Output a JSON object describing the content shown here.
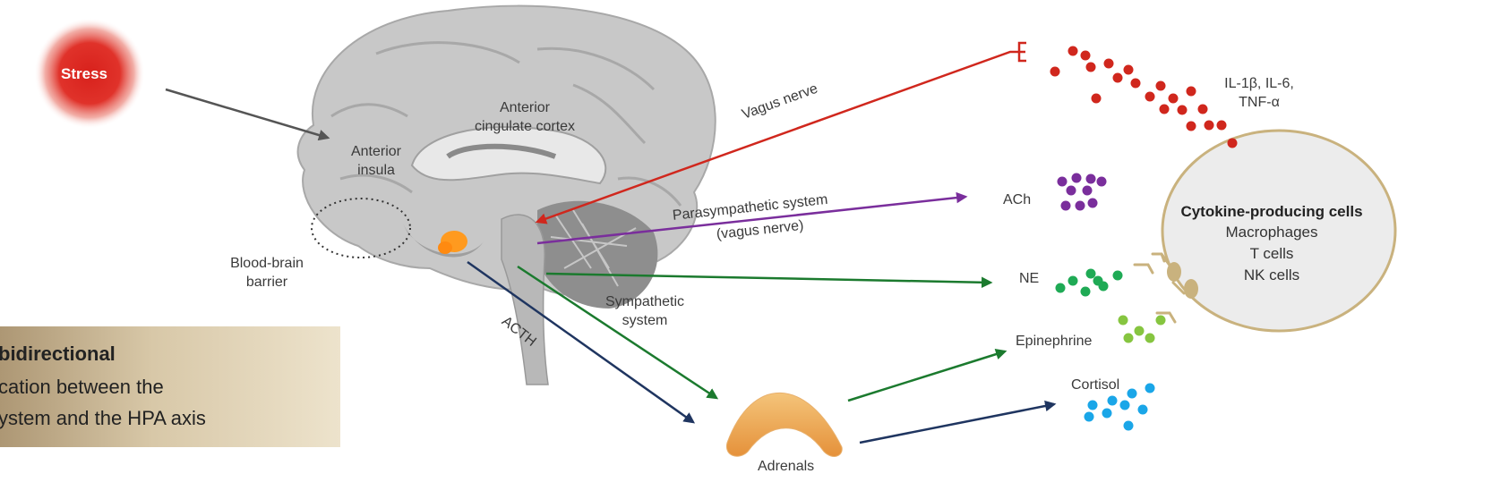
{
  "stress": "Stress",
  "brain_regions": {
    "anterior_cingulate": "Anterior\ncingulate cortex",
    "anterior_insula": "Anterior\ninsula",
    "blood_brain_barrier": "Blood-brain\nbarrier"
  },
  "pathways": {
    "vagus": "Vagus nerve",
    "parasympathetic": "Parasympathetic system",
    "parasympathetic_sub": "(vagus nerve)",
    "sympathetic": "Sympathetic\nsystem",
    "acth": "ACTH"
  },
  "organs": {
    "adrenals": "Adrenals"
  },
  "mediators": {
    "cytokines": "IL-1β, IL-6,\nTNF-α",
    "ach": "ACh",
    "ne": "NE",
    "epinephrine": "Epinephrine",
    "cortisol": "Cortisol"
  },
  "cell": {
    "title": "Cytokine-producing cells",
    "types": [
      "Macrophages",
      "T cells",
      "NK cells"
    ]
  },
  "caption": {
    "line1": "bidirectional",
    "line2": "cation between the",
    "line3": "ystem and the HPA axis"
  },
  "colors": {
    "vagus": "#d0271d",
    "parasympathetic": "#7a2e9c",
    "sympathetic": "#1b7a2e",
    "hpa": "#1f3560",
    "stress_arrow": "#555555",
    "cytokine_dots": "#d0271d",
    "ach_dots": "#7a2e9c",
    "ne_dots": "#1faa55",
    "epinephrine_dots": "#86c540",
    "cortisol_dots": "#1aa6e8",
    "cell_border": "#c9b27e"
  }
}
